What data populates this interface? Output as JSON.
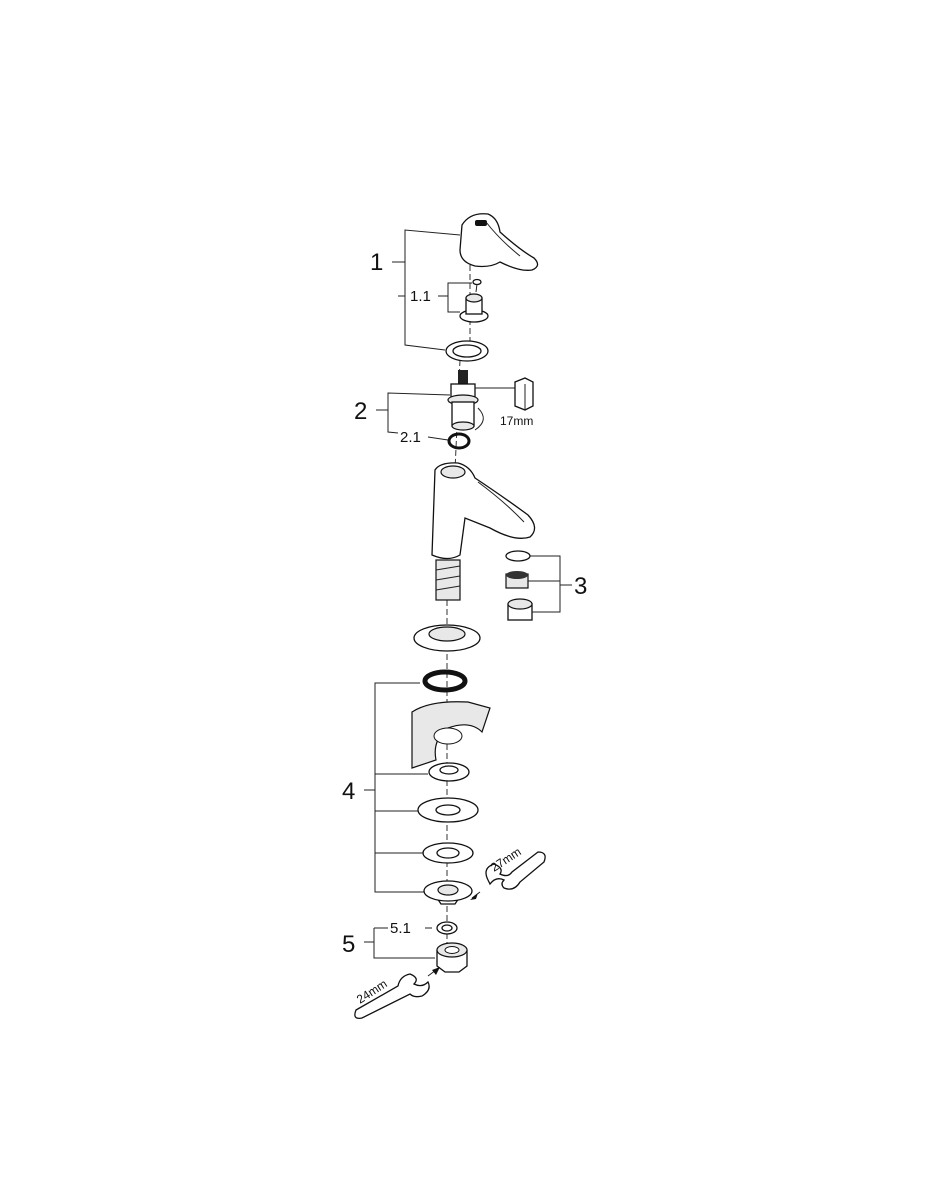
{
  "diagram": {
    "labels": {
      "part1": "1",
      "part1_1": "1.1",
      "part2": "2",
      "part2_1": "2.1",
      "part3": "3",
      "part4": "4",
      "part5": "5",
      "part5_1": "5.1"
    },
    "tools": {
      "socket_size": "17mm",
      "wrench_upper_size": "27mm",
      "wrench_lower_size": "24mm"
    }
  }
}
